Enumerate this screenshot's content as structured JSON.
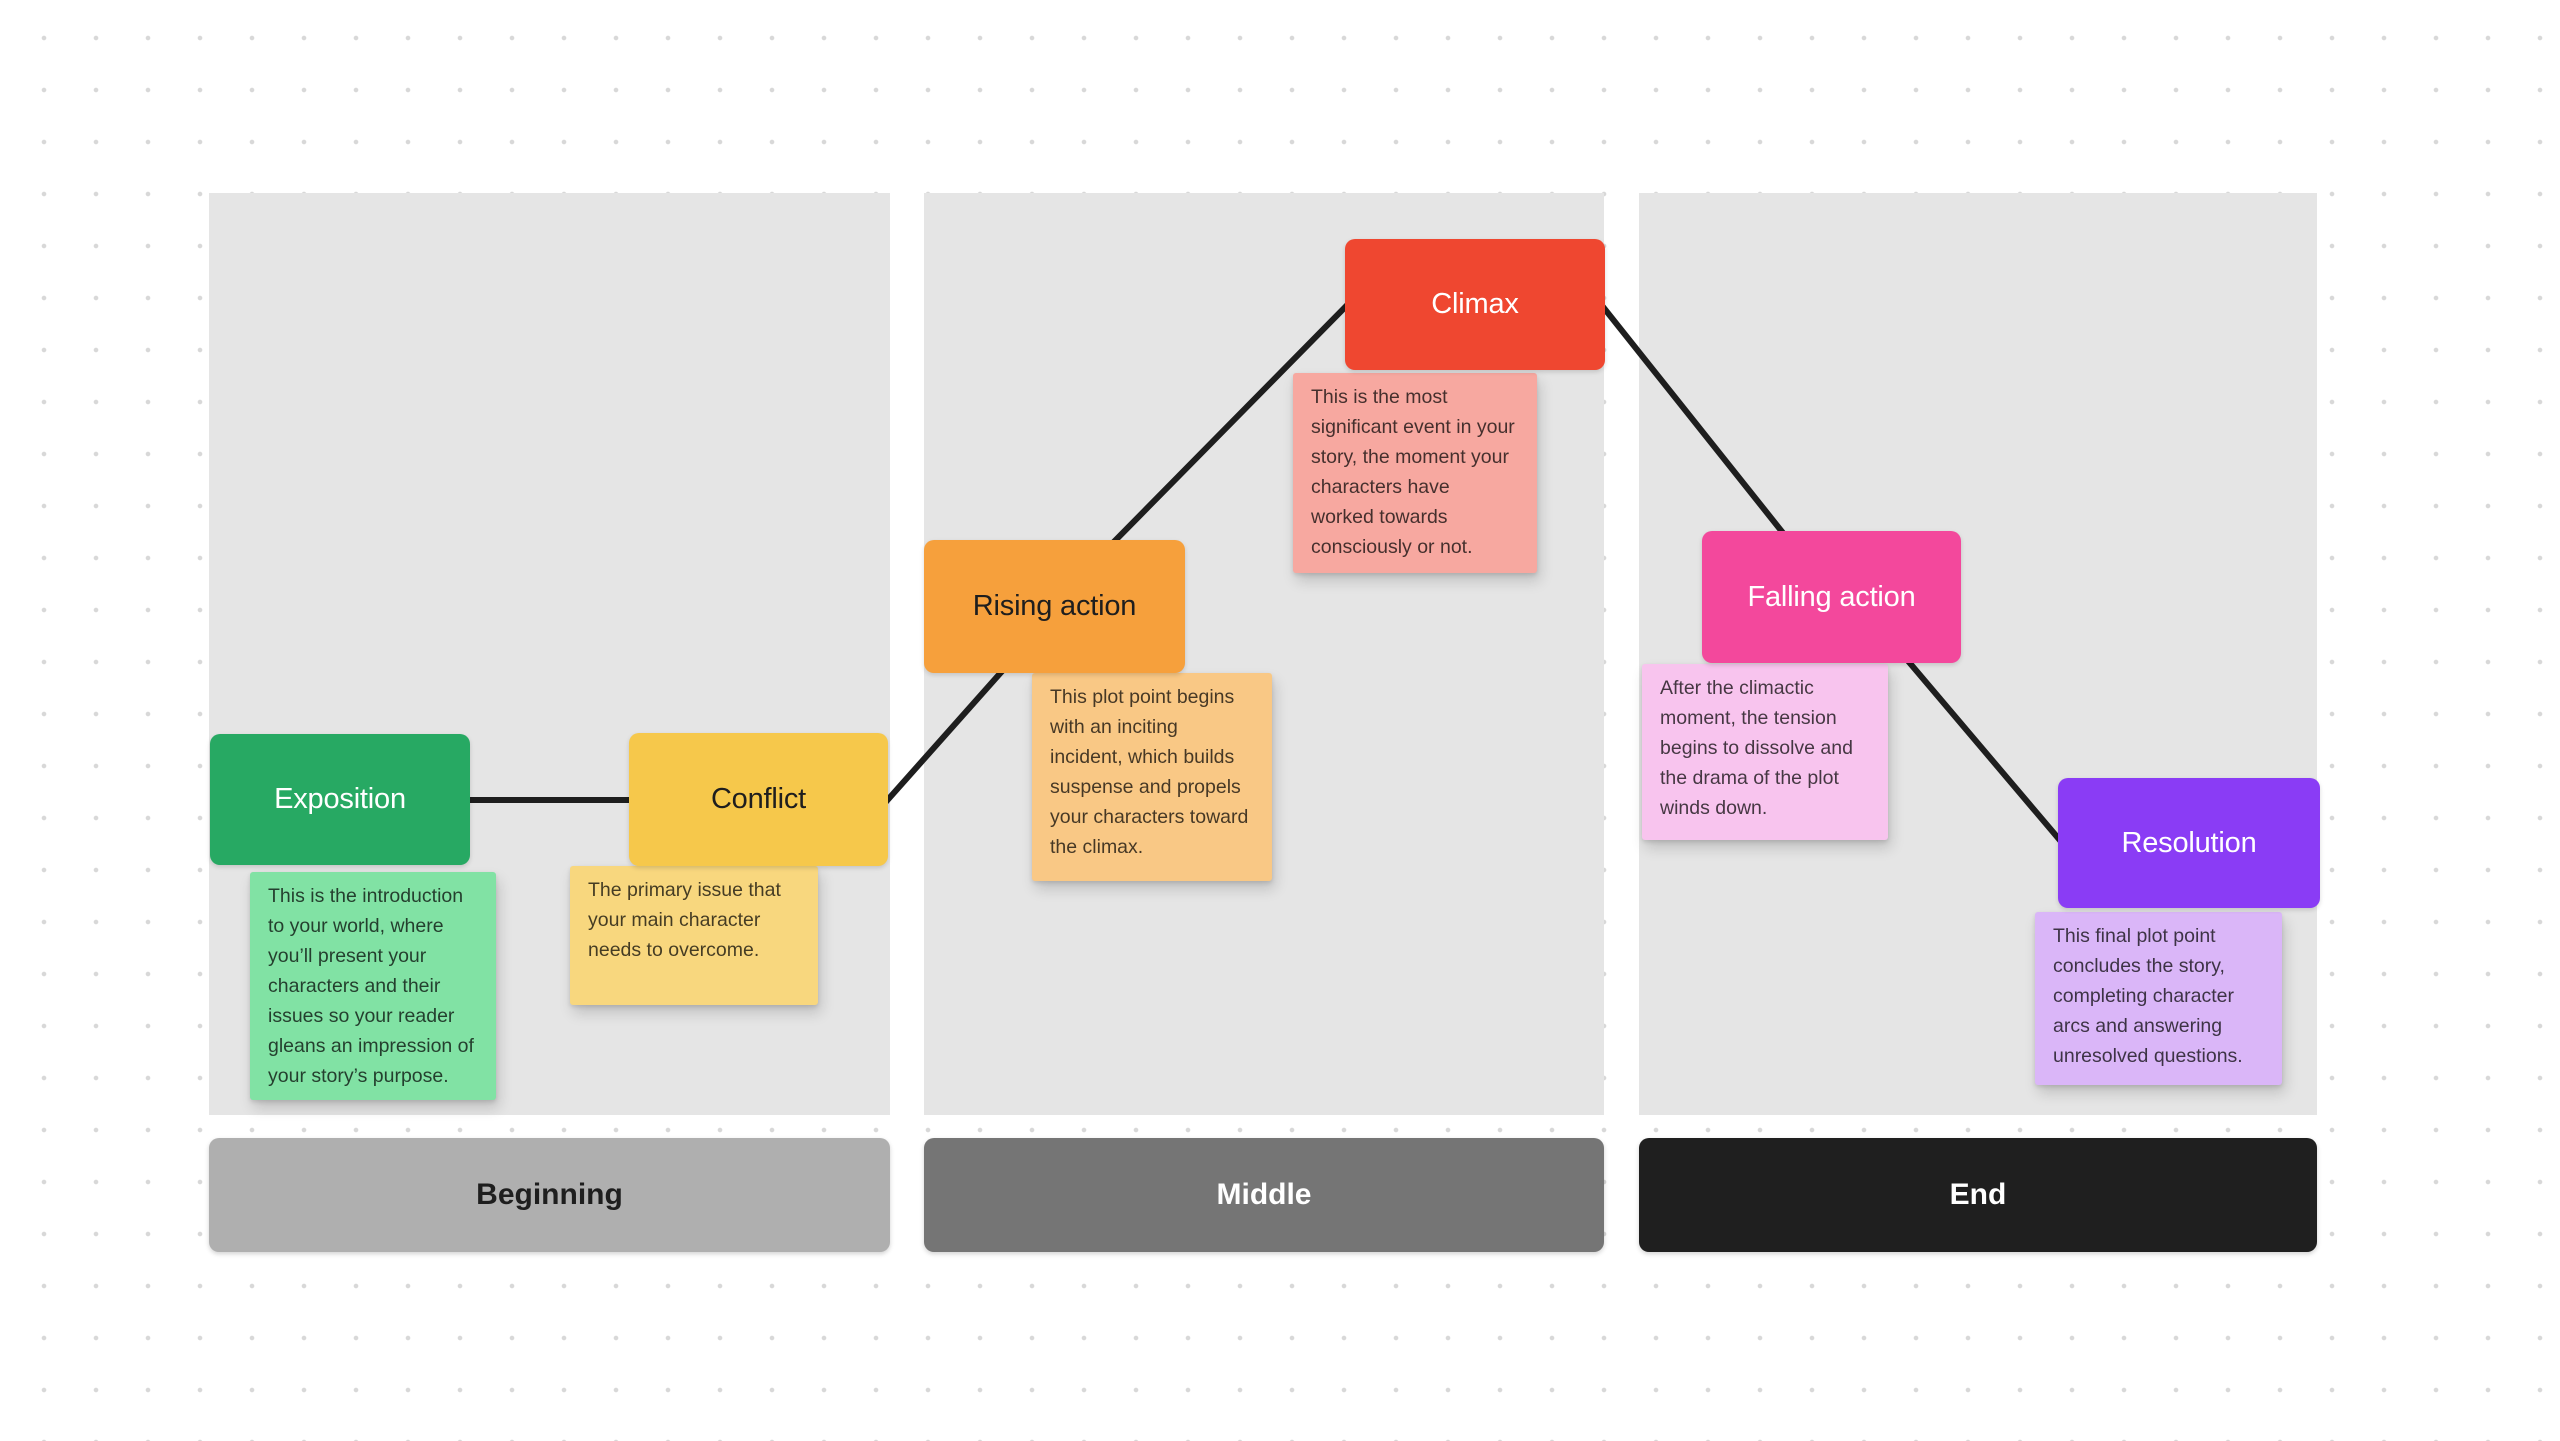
{
  "canvas": {
    "background": "#FFFFFF",
    "dot_color": "#D8D8D8",
    "panel_color": "#E5E5E5",
    "connector_color": "#1E1E1E"
  },
  "plot_points": [
    {
      "label": "Exposition",
      "color": "#27A963",
      "text_color": "#FFFFFF",
      "note": {
        "text": "This is the introduction\nto your world, where\nyou’ll present your\ncharacters and their\nissues so your reader\ngleans an impression of\nyour story’s purpose.",
        "color": "#81E2A4"
      }
    },
    {
      "label": "Conflict",
      "color": "#F6C84B",
      "text_color": "#1E1E1E",
      "note": {
        "text": "The primary issue that\nyour main character\nneeds to overcome.",
        "color": "#F8D77E"
      }
    },
    {
      "label": "Rising action",
      "color": "#F6A03C",
      "text_color": "#1E1E1E",
      "note": {
        "text": "This plot point begins\nwith an inciting\nincident, which builds\nsuspense and propels\nyour characters toward\nthe climax.",
        "color": "#F9C885"
      }
    },
    {
      "label": "Climax",
      "color": "#EF4730",
      "text_color": "#FFFFFF",
      "note": {
        "text": "This is the most\nsignificant event in your\nstory, the moment your\ncharacters have\nworked towards\nconsciously or not.",
        "color": "#F7A8A0"
      }
    },
    {
      "label": "Falling action",
      "color": "#F3489C",
      "text_color": "#FFFFFF",
      "note": {
        "text": "After the climactic\nmoment, the tension\nbegins to dissolve and\nthe drama of the plot\nwinds down.",
        "color": "#F8C4EE"
      }
    },
    {
      "label": "Resolution",
      "color": "#8A3CF5",
      "text_color": "#FFFFFF",
      "note": {
        "text": "This final plot point\nconcludes the story,\ncompleting character\narcs and answering\nunresolved questions.",
        "color": "#DAB6F8"
      }
    }
  ],
  "sections": [
    {
      "label": "Beginning",
      "color": "#AFAFAF",
      "text_color": "#1E1E1E"
    },
    {
      "label": "Middle",
      "color": "#757575",
      "text_color": "#FFFFFF"
    },
    {
      "label": "End",
      "color": "#1F1F1F",
      "text_color": "#FFFFFF"
    }
  ]
}
